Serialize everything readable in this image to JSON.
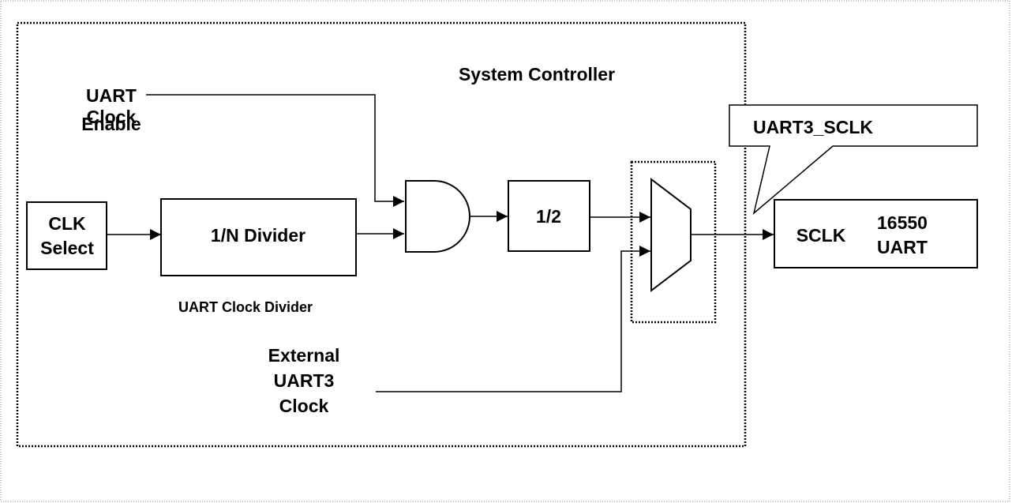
{
  "system_controller": {
    "title": "System Controller"
  },
  "inputs": {
    "uart_clock_enable": [
      "UART",
      "Clock",
      "Enable"
    ],
    "external_clock": [
      "External",
      "UART3",
      "Clock"
    ]
  },
  "blocks": {
    "clk_select": [
      "CLK",
      "Select"
    ],
    "divider": "1/N Divider",
    "divider_caption": "UART Clock Divider",
    "half": "1/2",
    "uart_block": {
      "sclk": "SCLK",
      "name": [
        "16550",
        "UART"
      ]
    }
  },
  "callout": {
    "text": "UART3_SCLK"
  }
}
